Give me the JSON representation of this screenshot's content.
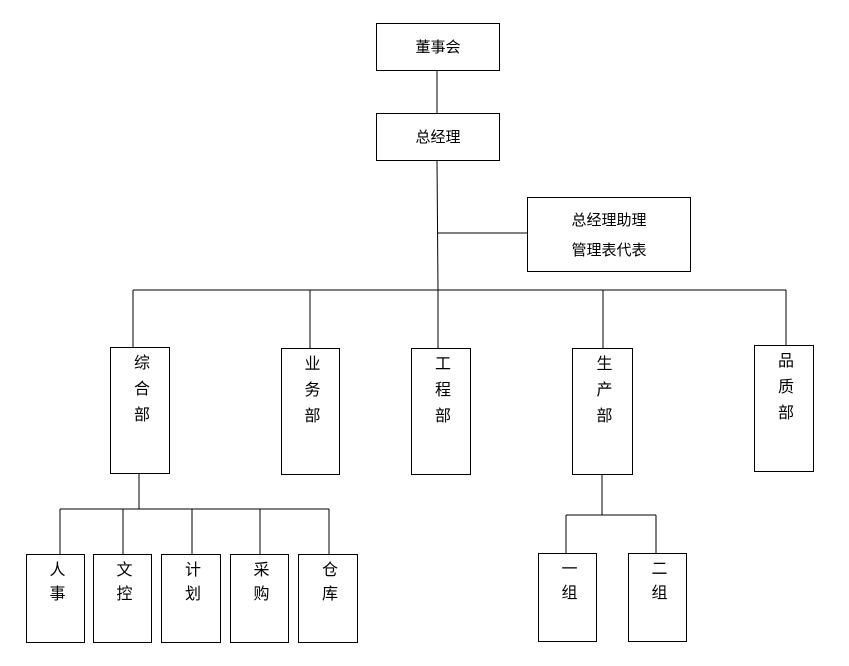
{
  "org_chart": {
    "board": "董事会",
    "gm": "总经理",
    "assistant": [
      "总经理助理",
      "管理表代表"
    ],
    "departments": {
      "general": "综合部",
      "business": "业务部",
      "engineering": "工程部",
      "production": "生产部",
      "quality": "品质部"
    },
    "general_sub": {
      "hr": "人事",
      "doc_control": "文控",
      "planning": "计划",
      "purchasing": "采购",
      "warehouse": "仓库"
    },
    "production_sub": {
      "group1": "一组",
      "group2": "二组"
    }
  }
}
